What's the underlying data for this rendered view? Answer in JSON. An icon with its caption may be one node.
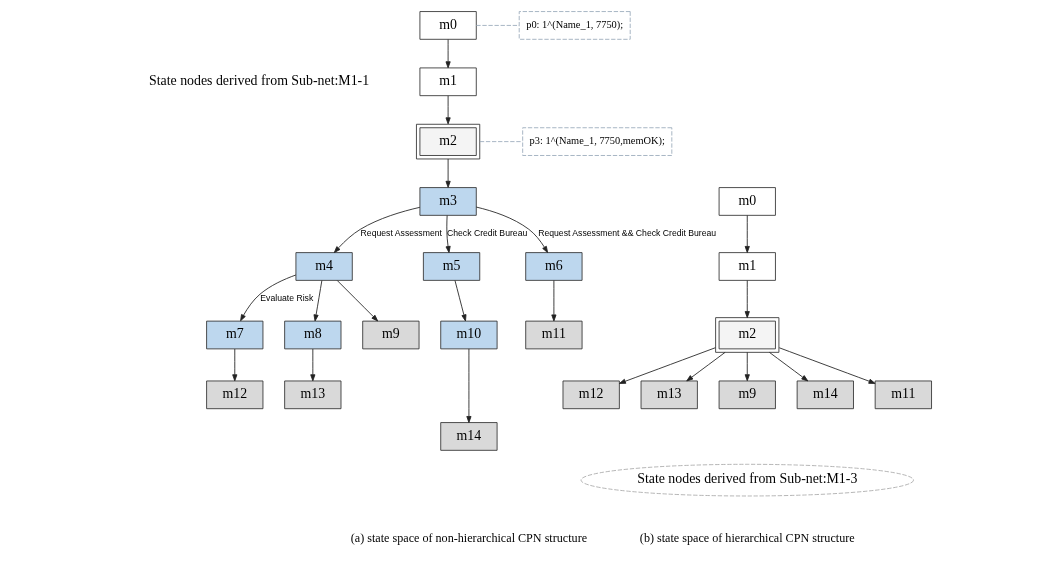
{
  "diagram": {
    "nodes": [
      {
        "text": [
          "m0"
        ]
      },
      {
        "text": [
          "m1"
        ]
      },
      {
        "text": [
          "m2"
        ]
      },
      {
        "text": [
          "m3"
        ]
      },
      {
        "text": [
          "m4"
        ]
      },
      {
        "text": [
          "m5"
        ]
      },
      {
        "text": [
          "m6"
        ]
      },
      {
        "text": [
          "m7"
        ]
      },
      {
        "text": [
          "m8"
        ]
      },
      {
        "text": [
          "m9"
        ]
      },
      {
        "text": [
          "m10"
        ]
      },
      {
        "text": [
          "m11"
        ]
      },
      {
        "text": [
          "m12"
        ]
      },
      {
        "text": [
          "m13"
        ]
      },
      {
        "text": [
          "m14"
        ]
      },
      {
        "text": [
          "p0: 1^(Name_1, 7750);"
        ]
      },
      {
        "text": [
          "p3: 1^(Name_1, 7750,memOK);"
        ]
      },
      {
        "text": [
          "m0"
        ]
      },
      {
        "text": [
          "m1"
        ]
      },
      {
        "text": [
          "m2"
        ]
      },
      {
        "text": [
          "m12"
        ]
      },
      {
        "text": [
          "m13"
        ]
      },
      {
        "text": [
          "m9"
        ]
      },
      {
        "text": [
          "m14"
        ]
      },
      {
        "text": [
          "m11"
        ]
      },
      {
        "text": [
          "State nodes derived from Sub-net:M1-3"
        ]
      }
    ],
    "edges": [
      {
        "from": 0,
        "to": 1,
        "arrow": "to"
      },
      {
        "from": 1,
        "to": 2,
        "arrow": "to"
      },
      {
        "from": 2,
        "to": 3,
        "arrow": "to"
      },
      {
        "from": 3,
        "to": 4,
        "arrow": "to",
        "label": "Request Assessment"
      },
      {
        "from": 3,
        "to": 5,
        "arrow": "to",
        "label": "Check Credit Bureau"
      },
      {
        "from": 3,
        "to": 6,
        "arrow": "to",
        "label": "Request Assessment && Check Credit Bureau"
      },
      {
        "from": 4,
        "to": 7,
        "arrow": "to",
        "label": "Evaluate Risk"
      },
      {
        "from": 4,
        "to": 8,
        "arrow": "to"
      },
      {
        "from": 4,
        "to": 9,
        "arrow": "to"
      },
      {
        "from": 5,
        "to": 10,
        "arrow": "to"
      },
      {
        "from": 6,
        "to": 11,
        "arrow": "to"
      },
      {
        "from": 7,
        "to": 12,
        "arrow": "to"
      },
      {
        "from": 8,
        "to": 13,
        "arrow": "to"
      },
      {
        "from": 10,
        "to": 14,
        "arrow": "to"
      },
      {
        "from": 0,
        "to": 15,
        "arrow": "none",
        "style": "dashed",
        "color": "#9aaabb"
      },
      {
        "from": 2,
        "to": 16,
        "arrow": "none",
        "style": "dashed",
        "color": "#9aaabb"
      },
      {
        "from": 17,
        "to": 18,
        "arrow": "to"
      },
      {
        "from": 18,
        "to": 19,
        "arrow": "to"
      },
      {
        "from": 19,
        "to": 20,
        "arrow": "to"
      },
      {
        "from": 19,
        "to": 21,
        "arrow": "to"
      },
      {
        "from": 19,
        "to": 22,
        "arrow": "to"
      },
      {
        "from": 19,
        "to": 23,
        "arrow": "to"
      },
      {
        "from": 19,
        "to": 24,
        "arrow": "to"
      }
    ],
    "labels": [
      "State nodes derived from Sub-net:M1-1",
      "(a) state space of non-hierarchical CPN structure",
      "(b) state space of hierarchical CPN structure"
    ]
  }
}
